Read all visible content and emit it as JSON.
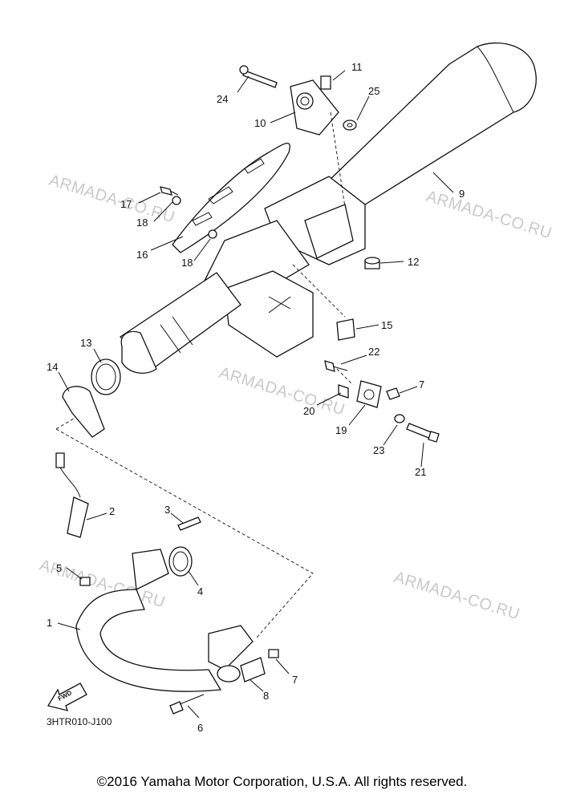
{
  "diagram": {
    "code": "3HTR010-J100",
    "fwd_label": "FWD",
    "copyright": "©2016 Yamaha Motor Corporation, U.S.A. All rights reserved.",
    "watermarks": [
      "ARMADA-CO.RU",
      "ARMADA-CO.RU",
      "ARMADA-CO.RU",
      "ARMADA-CO.RU",
      "ARMADA-CO.RU"
    ],
    "callouts": [
      "24",
      "11",
      "25",
      "10",
      "9",
      "17",
      "18",
      "16",
      "18",
      "12",
      "15",
      "13",
      "14",
      "22",
      "7",
      "20",
      "19",
      "23",
      "21",
      "2",
      "3",
      "5",
      "4",
      "1",
      "7",
      "8",
      "6"
    ]
  }
}
